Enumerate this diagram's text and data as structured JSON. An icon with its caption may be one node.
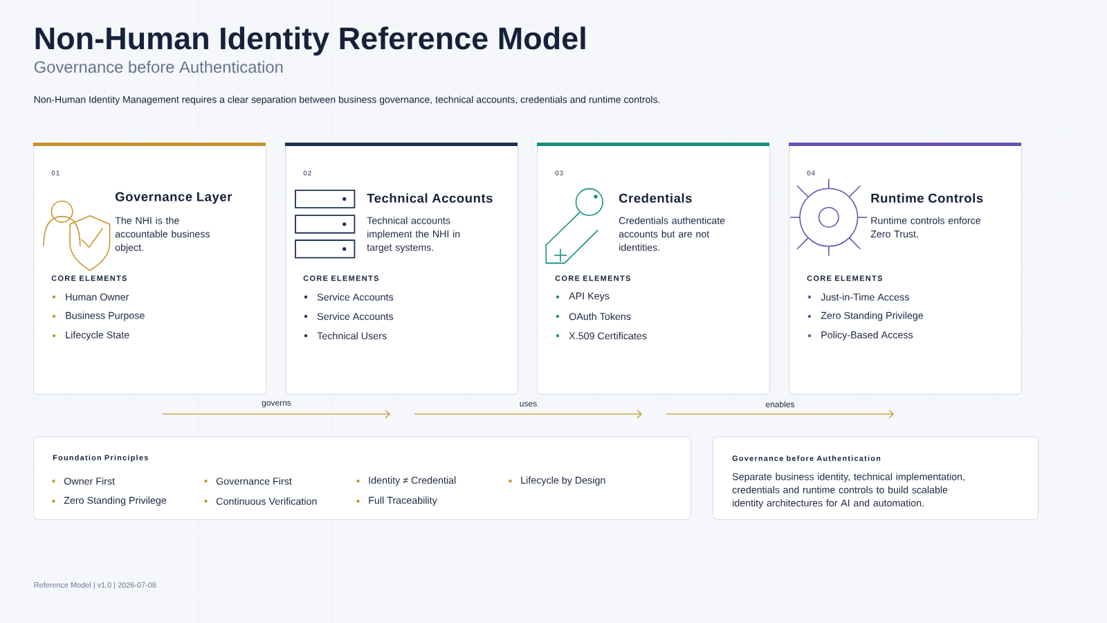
{
  "diagram": {
    "title": "Non-Human Identity Reference Model",
    "nodes": [
      {
        "text": [
          "01",
          "Governance Layer",
          "The NHI is the accountable business object.",
          "CORE ELEMENTS",
          "Human Owner",
          "Business Purpose",
          "Lifecycle State"
        ]
      },
      {
        "text": [
          "02",
          "Technical Accounts",
          "Technical accounts implement the NHI in target systems.",
          "CORE ELEMENTS",
          "Service Accounts",
          "Service Accounts",
          "Technical Users"
        ]
      },
      {
        "text": [
          "03",
          "Credentials",
          "Credentials authenticate accounts but are not identities.",
          "CORE ELEMENTS",
          "API Keys",
          "OAuth Tokens",
          "X.509 Certificates"
        ]
      },
      {
        "text": [
          "04",
          "Runtime Controls",
          "Runtime controls enforce Zero Trust.",
          "CORE ELEMENTS",
          "Just-in-Time Access",
          "Zero Standing Privilege",
          "Policy-Based Access"
        ]
      },
      {
        "text": [
          "Foundation Principles",
          "Owner First",
          "Governance First",
          "Identity ≠ Credential",
          "Lifecycle by Design",
          "Zero Standing Privilege",
          "Continuous Verification",
          "Full Traceability"
        ]
      },
      {
        "text": [
          "Governance before Authentication",
          "Separate business identity, technical implementation, credentials and runtime controls to build scalable identity architectures for AI and automation."
        ]
      }
    ],
    "edges": [
      {
        "from": 0,
        "to": 1,
        "arrow": "to",
        "label": "governs"
      },
      {
        "from": 1,
        "to": 2,
        "arrow": "to",
        "label": "uses"
      },
      {
        "from": 2,
        "to": 3,
        "arrow": "to",
        "label": "enables"
      }
    ],
    "labels": [
      "Governance before Authentication",
      "Non-Human Identity Management requires a clear separation between business governance, technical accounts, credentials and runtime controls.",
      "Reference Model | v1.0 | 2026-07-08"
    ]
  }
}
